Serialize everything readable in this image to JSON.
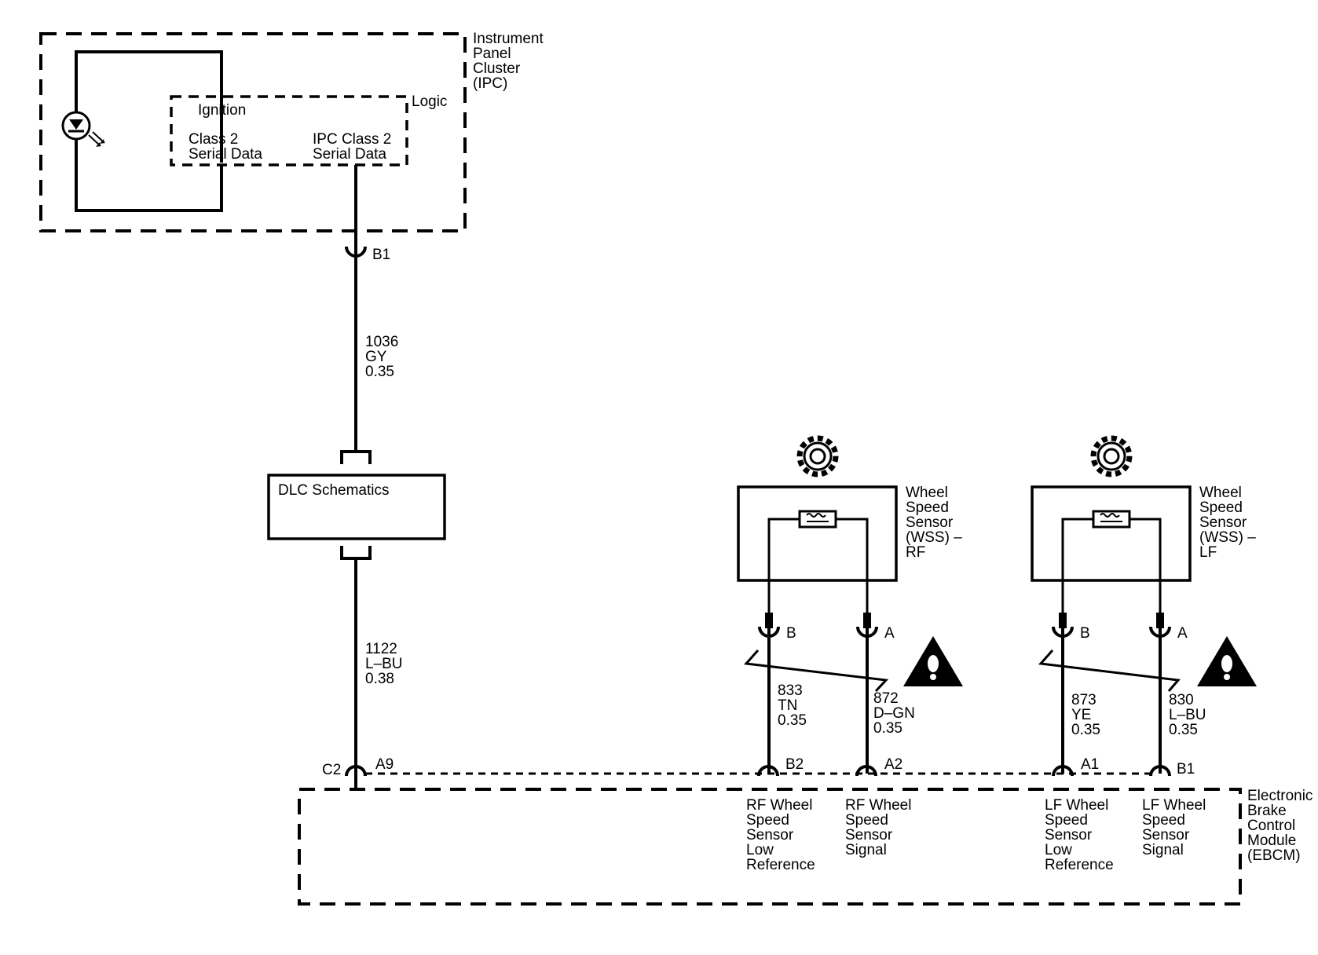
{
  "ipc": {
    "title": [
      "Instrument",
      "Panel",
      "Cluster",
      "(IPC)"
    ],
    "logic": "Logic",
    "ignition": "Ignition",
    "class2_left": [
      "Class 2",
      "Serial Data"
    ],
    "class2_right": [
      "IPC Class 2",
      "Serial Data"
    ],
    "pin": "B1"
  },
  "wire_ipc_dlc": [
    "1036",
    "GY",
    "0.35"
  ],
  "dlc": {
    "label": "DLC Schematics"
  },
  "wire_dlc_ebcm": [
    "1122",
    "L–BU",
    "0.38"
  ],
  "ebcm": {
    "connector": "C2",
    "pins": {
      "a9": "A9",
      "b2": "B2",
      "a2": "A2",
      "a1": "A1",
      "b1": "B1"
    },
    "title": [
      "Electronic",
      "Brake",
      "Control",
      "Module",
      "(EBCM)"
    ],
    "circuit_labels": {
      "rf_low": [
        "RF Wheel",
        "Speed",
        "Sensor",
        "Low",
        "Reference"
      ],
      "rf_sig": [
        "RF Wheel",
        "Speed",
        "Sensor",
        "Signal"
      ],
      "lf_low": [
        "LF Wheel",
        "Speed",
        "Sensor",
        "Low",
        "Reference"
      ],
      "lf_sig": [
        "LF Wheel",
        "Speed",
        "Sensor",
        "Signal"
      ]
    }
  },
  "wss_rf": {
    "title": [
      "Wheel",
      "Speed",
      "Sensor",
      "(WSS) –",
      "RF"
    ],
    "pin_b": "B",
    "pin_a": "A",
    "wire_b": [
      "833",
      "TN",
      "0.35"
    ],
    "wire_a": [
      "872",
      "D–GN",
      "0.35"
    ]
  },
  "wss_lf": {
    "title": [
      "Wheel",
      "Speed",
      "Sensor",
      "(WSS) –",
      "LF"
    ],
    "pin_b": "B",
    "pin_a": "A",
    "wire_b": [
      "873",
      "YE",
      "0.35"
    ],
    "wire_a": [
      "830",
      "L–BU",
      "0.35"
    ]
  },
  "icons": [
    "lamp-icon",
    "gear-icon",
    "caution-icon",
    "twisted-pair-icon",
    "sensor-coil-icon"
  ]
}
